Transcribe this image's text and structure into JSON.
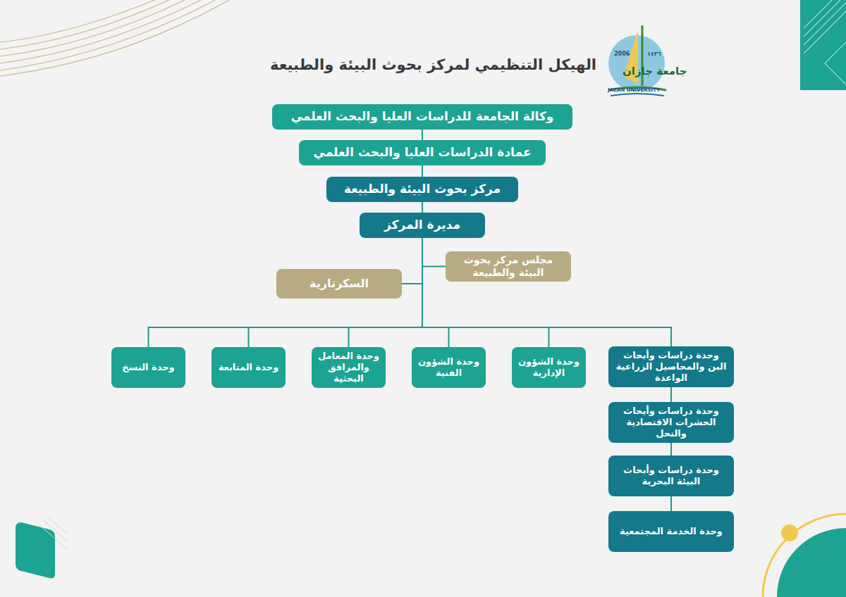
{
  "diagram": {
    "title": "الهيكل التنظيمي لمركز بحوث البيئة والطبيعة",
    "nodes": [
      {
        "text": [
          "وكالة الجامعة للدراسات العليا والبحث العلمي"
        ]
      },
      {
        "text": [
          "عمادة الدراسات العليا والبحث العلمي"
        ]
      },
      {
        "text": [
          "مركز بحوث البيئة والطبيعة"
        ]
      },
      {
        "text": [
          "مديرة المركز"
        ]
      },
      {
        "text": [
          "مجلس مركز بحوث البيئة والطبيعة"
        ]
      },
      {
        "text": [
          "السكرتارية"
        ]
      },
      {
        "text": [
          "وحدة دراسات وأبحاث البن والمحاصيل الزراعية الواعدة"
        ]
      },
      {
        "text": [
          "وحدة الشؤون الإدارية"
        ]
      },
      {
        "text": [
          "وحدة الشؤون الفنية"
        ]
      },
      {
        "text": [
          "وحدة المعامل والمرافق البحثية"
        ]
      },
      {
        "text": [
          "وحدة المتابعة"
        ]
      },
      {
        "text": [
          "وحدة النسخ"
        ]
      },
      {
        "text": [
          "وحدة دراسات وأبحاث الحشرات الاقتصادية والنحل"
        ]
      },
      {
        "text": [
          "وحدة دراسات وأبحاث البيئة البحرية"
        ]
      },
      {
        "text": [
          "وحدة الخدمة المجتمعية"
        ]
      }
    ],
    "edges": [
      {
        "from": 0,
        "to": 1,
        "arrow": "none"
      },
      {
        "from": 1,
        "to": 2,
        "arrow": "none"
      },
      {
        "from": 2,
        "to": 3,
        "arrow": "none"
      },
      {
        "from": 3,
        "to": 4,
        "arrow": "none"
      },
      {
        "from": 3,
        "to": 5,
        "arrow": "none"
      },
      {
        "from": 3,
        "to": 6,
        "arrow": "none"
      },
      {
        "from": 3,
        "to": 7,
        "arrow": "none"
      },
      {
        "from": 3,
        "to": 8,
        "arrow": "none"
      },
      {
        "from": 3,
        "to": 9,
        "arrow": "none"
      },
      {
        "from": 3,
        "to": 10,
        "arrow": "none"
      },
      {
        "from": 3,
        "to": 11,
        "arrow": "none"
      },
      {
        "from": 6,
        "to": 12,
        "arrow": "none"
      },
      {
        "from": 12,
        "to": 13,
        "arrow": "none"
      },
      {
        "from": 13,
        "to": 14,
        "arrow": "none"
      }
    ],
    "labels": [
      "جامعة جازان",
      "2006",
      "١٤٢٦",
      "JAZAN UNIVERSITY"
    ]
  }
}
